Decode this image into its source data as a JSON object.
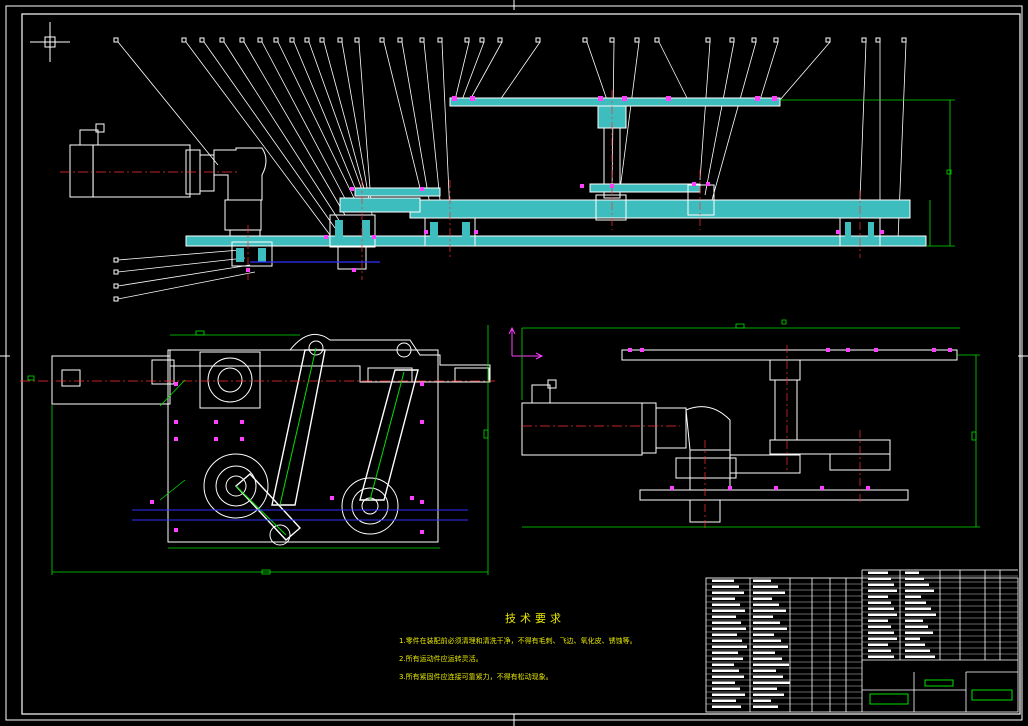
{
  "colors": {
    "background": "#000000",
    "outline": "#ffffff",
    "section_fill": "#3dbdbd",
    "center_line": "#ff3030",
    "dimension": "#00e000",
    "magenta": "#ff40ff",
    "axis_blue": "#3030ff",
    "text_yellow": "#e8e800"
  },
  "views": [
    {
      "name": "front-view"
    },
    {
      "name": "plan-view"
    },
    {
      "name": "side-view"
    }
  ],
  "tech_requirements": {
    "title": "技术要求",
    "items": [
      "1.零件在装配前必须清理和清洗干净，不得有毛刺、飞边、氧化皮、锈蚀等。",
      "2.所有运动件应运转灵活。",
      "3.所有紧固件应连接可靠紧力，不得有松动现象。"
    ]
  }
}
